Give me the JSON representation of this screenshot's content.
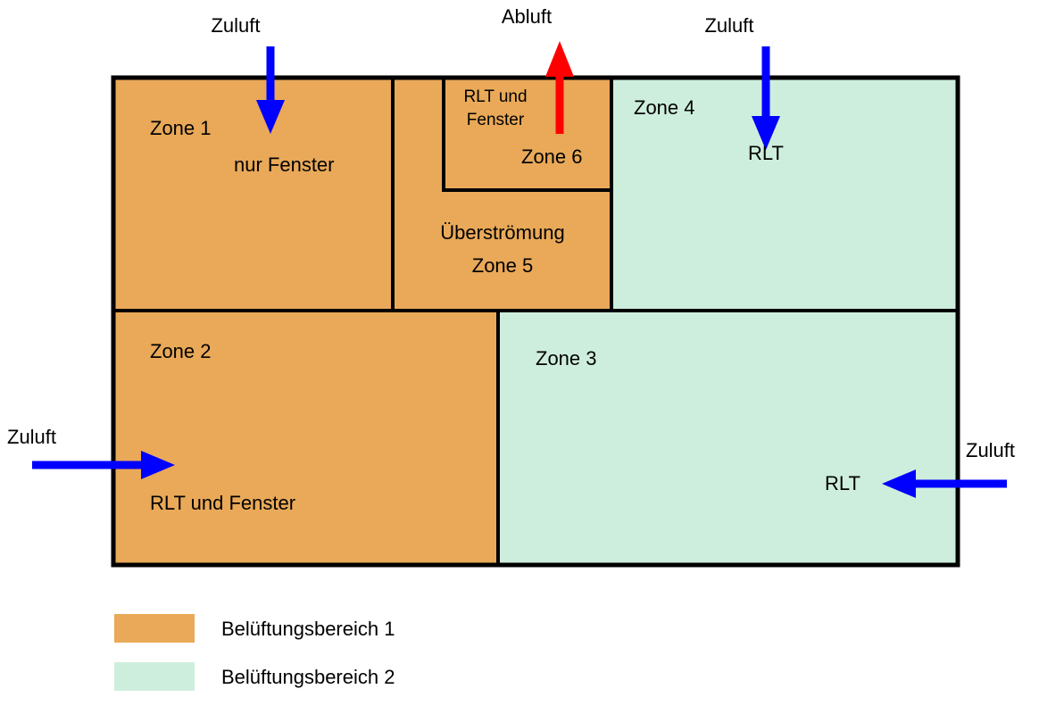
{
  "colors": {
    "area1": "#E9A958",
    "area2": "#CEEEDD",
    "arrowBlue": "#0000FF",
    "arrowRed": "#FF0000",
    "outline": "#000000"
  },
  "zones": {
    "zone1": {
      "name": "Zone 1",
      "type": "nur Fenster"
    },
    "zone2": {
      "name": "Zone 2",
      "type": "RLT und Fenster"
    },
    "zone3": {
      "name": "Zone 3",
      "type": "RLT"
    },
    "zone4": {
      "name": "Zone 4",
      "type": "RLT"
    },
    "zone5": {
      "name": "Zone 5",
      "type": "Überströmung"
    },
    "zone6": {
      "name": "Zone 6",
      "type_line1": "RLT und",
      "type_line2": "Fenster"
    }
  },
  "arrows": {
    "zuluft_zone1": "Zuluft",
    "abluft_zone6": "Abluft",
    "zuluft_zone4": "Zuluft",
    "zuluft_zone2": "Zuluft",
    "zuluft_zone3": "Zuluft"
  },
  "legend": {
    "area1_label": "Belüftungsbereich 1",
    "area2_label": "Belüftungsbereich 2"
  }
}
